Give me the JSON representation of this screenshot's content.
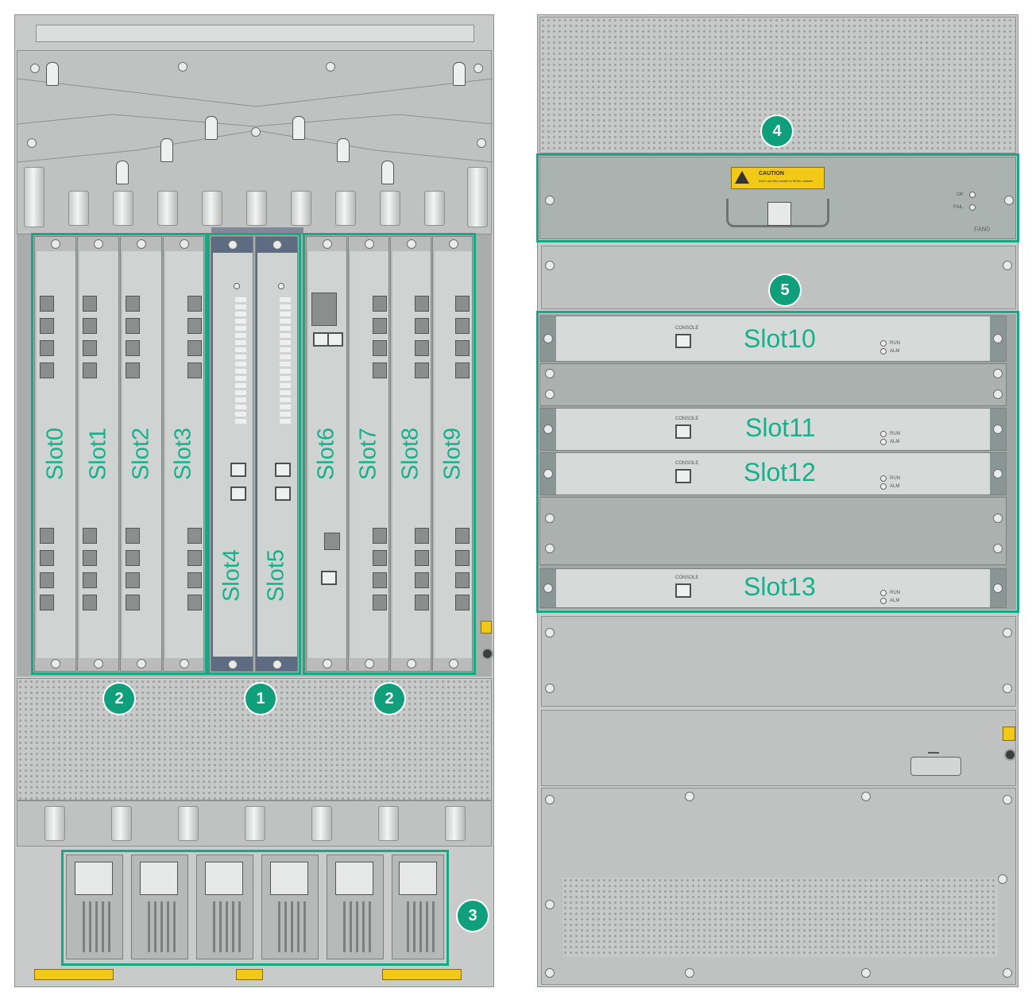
{
  "left_chassis": {
    "io_slots_left": [
      "Slot0",
      "Slot1",
      "Slot2",
      "Slot3"
    ],
    "mpu_slots": [
      "Slot4",
      "Slot5"
    ],
    "io_slots_right": [
      "Slot6",
      "Slot7",
      "Slot8",
      "Slot9"
    ],
    "callouts": {
      "io_left": "2",
      "mpu": "1",
      "io_right": "2",
      "psu": "3"
    }
  },
  "right_chassis": {
    "fan_callout": "4",
    "fabric_callout": "5",
    "fan_caution_title": "CAUTION",
    "fan_caution_text": "Don't use this handle to lift the chassis",
    "fan_label": "FAN0",
    "fan_led_ok": "OK",
    "fan_led_fail": "FAIL",
    "fabric_slots": [
      "Slot10",
      "Slot11",
      "Slot12",
      "Slot13"
    ],
    "console_label": "CONSOLE",
    "led_run": "RUN",
    "led_alm": "ALM"
  },
  "colors": {
    "highlight": "#16a882",
    "badge": "#0f9f7a",
    "label": "#17b08a"
  }
}
